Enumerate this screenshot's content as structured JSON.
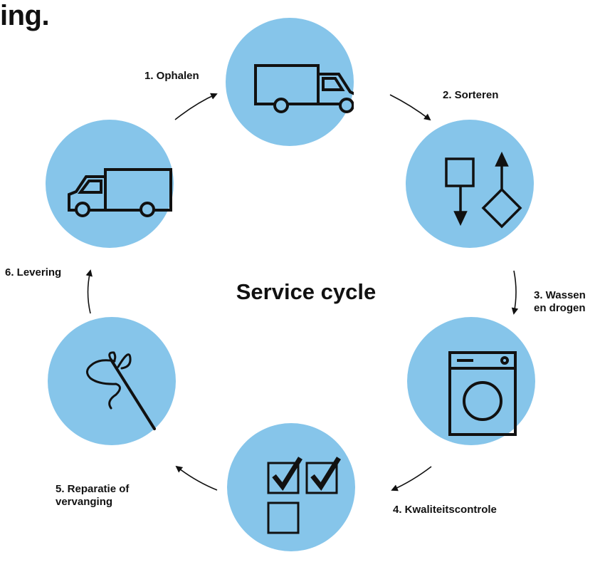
{
  "heading_fragment": "ing.",
  "center_title": "Service cycle",
  "colors": {
    "circle_fill": "#86c5ea",
    "icon_stroke": "#111111"
  },
  "steps": [
    {
      "label": "1. Ophalen",
      "icon": "truck-icon"
    },
    {
      "label": "2. Sorteren",
      "icon": "sort-icon"
    },
    {
      "label": "3. Wassen\nen drogen",
      "icon": "washing-machine-icon"
    },
    {
      "label": "4. Kwaliteitscontrole",
      "icon": "checkbox-icon"
    },
    {
      "label": "5. Reparatie of\nvervanging",
      "icon": "needle-thread-icon"
    },
    {
      "label": "6. Levering",
      "icon": "truck-icon"
    }
  ]
}
